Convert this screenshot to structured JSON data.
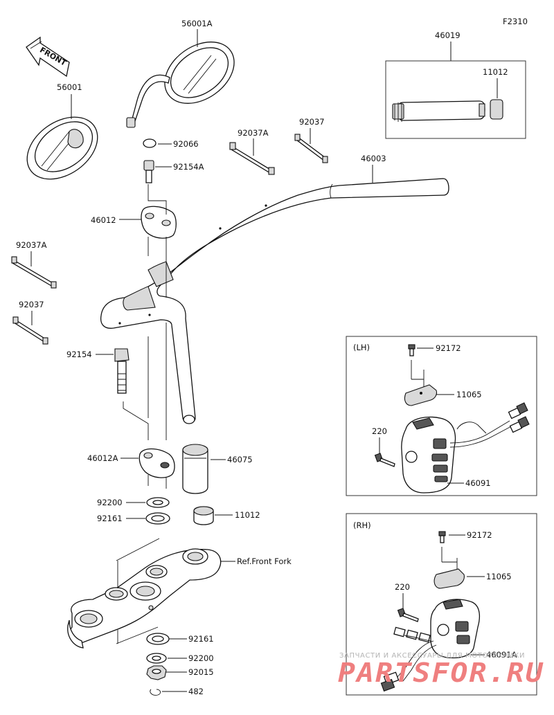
{
  "diagram_code": "F2310",
  "front_label": "FRONT",
  "parts": {
    "mirror_right": "56001A",
    "mirror_left": "56001",
    "grip_assy_box": "46019",
    "grip_end_in_box": "11012",
    "band_92037a_top": "92037A",
    "band_92037_top": "92037",
    "handlebar": "46003",
    "cap_92066": "92066",
    "stud_92154a": "92154A",
    "holder_upper": "46012",
    "band_92037a_left": "92037A",
    "band_92037_left": "92037",
    "bolt_92154": "92154",
    "holder_lower": "46012A",
    "grip_46075": "46075",
    "washer_92200_top": "92200",
    "washer_92161_top": "92161",
    "grip_end_11012": "11012",
    "ref_front_fork": "Ref.Front Fork",
    "washer_92161_bottom": "92161",
    "washer_92200_bottom": "92200",
    "nut_92015": "92015",
    "clip_482": "482"
  },
  "lh_box": {
    "title": "(LH)",
    "screw": "92172",
    "cover": "11065",
    "screw_220": "220",
    "switch": "46091"
  },
  "rh_box": {
    "title": "(RH)",
    "screw": "92172",
    "cover": "11065",
    "screw_220": "220",
    "switch": "46091A"
  },
  "watermark": {
    "small": "ЗАПЧАСТИ И АКСЕССУАРЫ ДЛЯ МОТОТЕХНИКИ",
    "big": "PARTSFOR.RU"
  }
}
